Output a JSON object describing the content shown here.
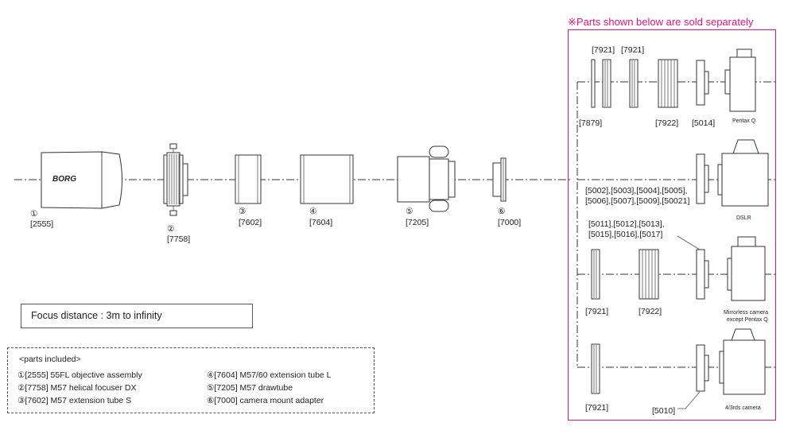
{
  "banner": "※Parts shown below are sold separately",
  "focus_distance": "Focus distance : 3m to infinity",
  "parts_included": {
    "title": "<parts included>",
    "items": [
      "①[2555] 55FL objective assembly",
      "②[7758] M57 helical focuser DX",
      "③[7602] M57 extension tube S",
      "④[7604] M57/60 extension tube L",
      "⑤[7205] M57 drawtube",
      "⑥[7000] camera mount adapter"
    ]
  },
  "main_parts": [
    {
      "num": "①",
      "code": "[2555]"
    },
    {
      "num": "②",
      "code": "[7758]"
    },
    {
      "num": "③",
      "code": "[7602]"
    },
    {
      "num": "④",
      "code": "[7604]"
    },
    {
      "num": "⑤",
      "code": "[7205]"
    },
    {
      "num": "⑥",
      "code": "[7000]"
    }
  ],
  "objective_logo": "BORG",
  "separate_labels": {
    "l7921a": "[7921]",
    "l7921b": "[7921]",
    "l7879": "[7879]",
    "l7922a": "[7922]",
    "l5014": "[5014]",
    "pentax_q": "Pentax Q",
    "dslr_codes_1": "[5002],[5003],[5004],[5005],",
    "dslr_codes_2": "[5006],[5007],[5009],[50021]",
    "dslr": "DSLR",
    "mirrorless_codes_1": "[5011],[5012],[5013],",
    "mirrorless_codes_2": "[5015],[5016],[5017]",
    "l7921c": "[7921]",
    "l7922b": "[7922]",
    "mirrorless_1": "Mirrorless camera",
    "mirrorless_2": "except Pentax Q",
    "l7921d": "[7921]",
    "l5010": "[5010]",
    "four_thirds": "4/3rds camera"
  }
}
